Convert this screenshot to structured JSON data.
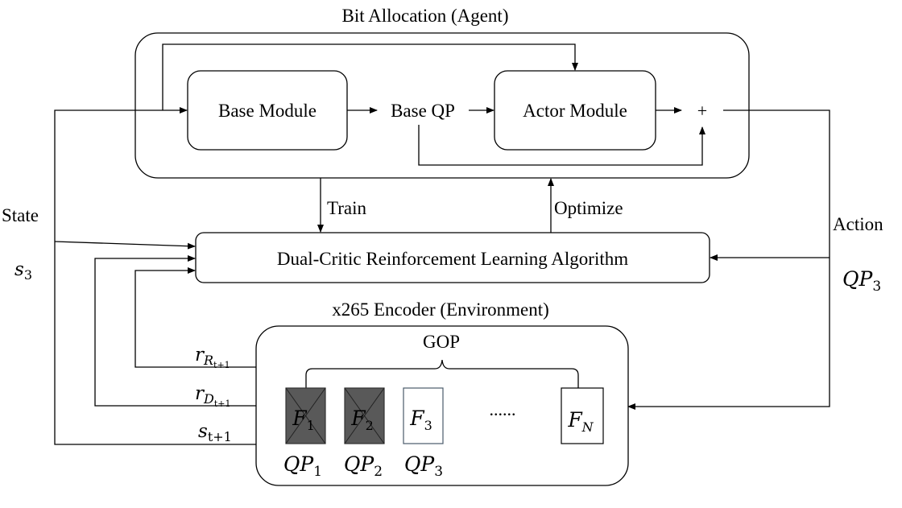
{
  "agent": {
    "title": "Bit Allocation (Agent)",
    "base_module": "Base Module",
    "base_qp": "Base QP",
    "actor_module": "Actor Module",
    "plus": "+"
  },
  "algorithm": {
    "label": "Dual-Critic Reinforcement Learning Algorithm",
    "train": "Train",
    "optimize": "Optimize"
  },
  "left": {
    "state": "State",
    "s3_base": "s",
    "s3_sub": "3"
  },
  "right": {
    "action": "Action",
    "qp3_base": "QP",
    "qp3_sub": "3"
  },
  "environment": {
    "title": "x265 Encoder (Environment)",
    "gop": "GOP",
    "ellipsis": "......",
    "frames": [
      {
        "base": "F",
        "sub": "1",
        "encoded": true
      },
      {
        "base": "F",
        "sub": "2",
        "encoded": true
      },
      {
        "base": "F",
        "sub": "3",
        "encoded": false
      },
      {
        "base": "F",
        "sub": "N",
        "encoded": false
      }
    ],
    "qps": [
      {
        "base": "QP",
        "sub": "1"
      },
      {
        "base": "QP",
        "sub": "2"
      },
      {
        "base": "QP",
        "sub": "3"
      }
    ]
  },
  "signals": {
    "r_r": {
      "base": "r",
      "sub": "R",
      "subsub": "t+1"
    },
    "r_d": {
      "base": "r",
      "sub": "D",
      "subsub": "t+1"
    },
    "s_next": {
      "base": "s",
      "sub": "t+1"
    }
  },
  "colors": {
    "encoded_frame_fill": "#595959",
    "pending_frame_stroke": "#4a5a6a"
  }
}
